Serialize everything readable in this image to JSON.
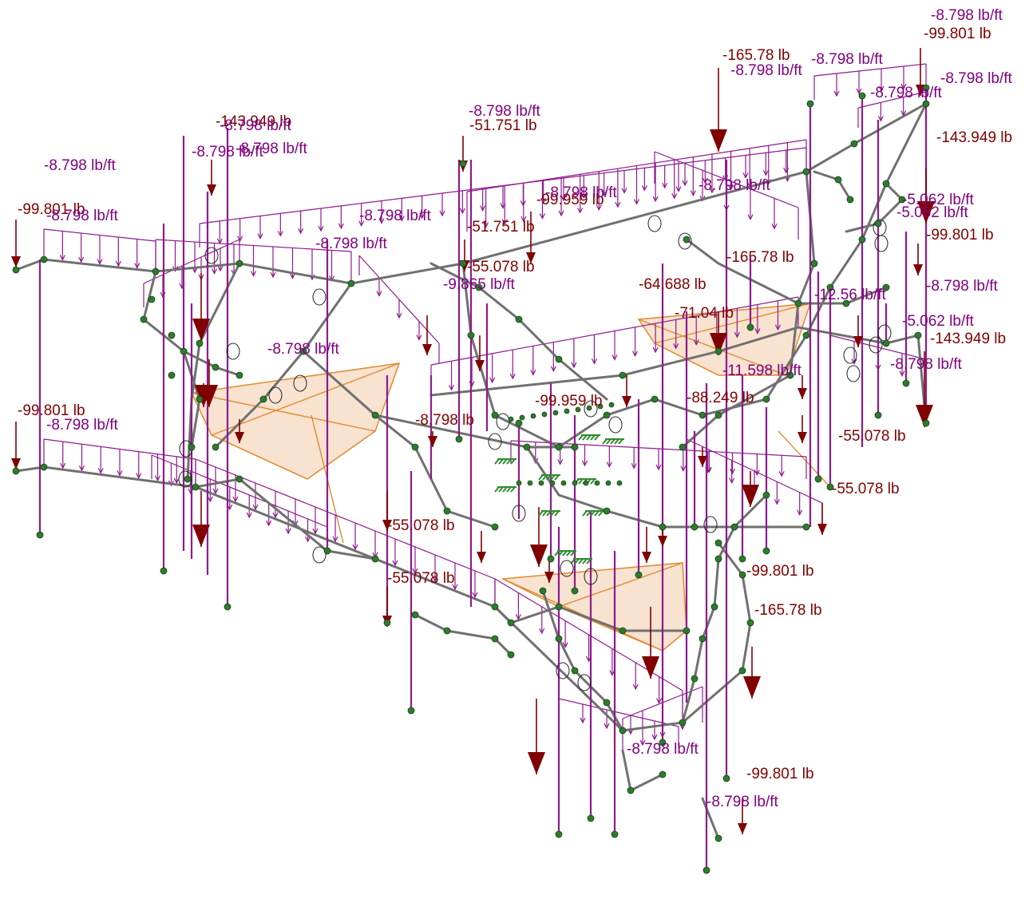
{
  "diagram": {
    "colors": {
      "distributed_load": "#800080",
      "point_load": "#800000",
      "member": "#707070",
      "plate": "#f0be96",
      "node": "#2f7a2f"
    },
    "labels": [
      {
        "id": "l1",
        "kind": "dist",
        "text": "-8.798 lb/ft"
      },
      {
        "id": "l2",
        "kind": "point",
        "text": "-99.801 lb"
      },
      {
        "id": "l3",
        "kind": "point",
        "text": "-165.78 lb"
      },
      {
        "id": "l4",
        "kind": "dist",
        "text": "-8.798 lb/ft"
      },
      {
        "id": "l5",
        "kind": "dist",
        "text": "-8.798 lb/ft"
      },
      {
        "id": "l6",
        "kind": "dist",
        "text": "-8.798 lb/ft"
      },
      {
        "id": "l7",
        "kind": "dist",
        "text": "-8.798 lb/ft"
      },
      {
        "id": "l8",
        "kind": "point",
        "text": "-143.949 lb"
      },
      {
        "id": "l9",
        "kind": "dist",
        "text": "-8.798 lb/ft"
      },
      {
        "id": "l10",
        "kind": "point",
        "text": "-143.949 lb"
      },
      {
        "id": "l11",
        "kind": "dist",
        "text": "-8.798 lb/ft"
      },
      {
        "id": "l12",
        "kind": "point",
        "text": "-51.751 lb"
      },
      {
        "id": "l13",
        "kind": "dist",
        "text": "-8.798 lb/ft"
      },
      {
        "id": "l14",
        "kind": "dist",
        "text": "-8.798 lb/ft"
      },
      {
        "id": "l15",
        "kind": "point",
        "text": "-99.801 lb"
      },
      {
        "id": "l16",
        "kind": "dist",
        "text": "-8.798 lb/ft"
      },
      {
        "id": "l17",
        "kind": "dist",
        "text": "-8.798 lb/ft"
      },
      {
        "id": "l18",
        "kind": "point",
        "text": "-99.959 lb"
      },
      {
        "id": "l19",
        "kind": "dist",
        "text": "-8.798 lb/ft"
      },
      {
        "id": "l20",
        "kind": "dist",
        "text": "-5.062 lb/ft"
      },
      {
        "id": "l21",
        "kind": "point",
        "text": "-99.801 lb"
      },
      {
        "id": "l22",
        "kind": "point",
        "text": "-51.751 lb"
      },
      {
        "id": "l23",
        "kind": "dist",
        "text": "-8.798 lb/ft"
      },
      {
        "id": "l24",
        "kind": "point",
        "text": "-165.78 lb"
      },
      {
        "id": "l25",
        "kind": "dist",
        "text": "-8.798 lb/ft"
      },
      {
        "id": "l26",
        "kind": "point",
        "text": "-55.078 lb"
      },
      {
        "id": "l27",
        "kind": "dist",
        "text": "-9.865 lb/ft"
      },
      {
        "id": "l28",
        "kind": "point",
        "text": "-64.688 lb"
      },
      {
        "id": "l29",
        "kind": "dist",
        "text": "-8.798 lb/ft"
      },
      {
        "id": "l30",
        "kind": "dist",
        "text": "-5.062 lb/ft"
      },
      {
        "id": "l31",
        "kind": "point",
        "text": "-143.949 lb"
      },
      {
        "id": "l32",
        "kind": "dist",
        "text": "-8.798 lb/ft"
      },
      {
        "id": "l33",
        "kind": "point",
        "text": "-99.801 lb"
      },
      {
        "id": "l34",
        "kind": "dist",
        "text": "-8.798 lb/ft"
      },
      {
        "id": "l35",
        "kind": "point",
        "text": "-55.078 lb"
      },
      {
        "id": "l36",
        "kind": "point",
        "text": "-99.959 lb"
      },
      {
        "id": "l37",
        "kind": "point",
        "text": "-55.078 lb"
      },
      {
        "id": "l38",
        "kind": "point",
        "text": "-55.078 lb"
      },
      {
        "id": "l39",
        "kind": "point",
        "text": "-55.078 lb"
      },
      {
        "id": "l40",
        "kind": "point",
        "text": "-165.78 lb"
      },
      {
        "id": "l41",
        "kind": "point",
        "text": "-99.801 lb"
      },
      {
        "id": "l42",
        "kind": "dist",
        "text": "-8.798 lb/ft"
      },
      {
        "id": "l43",
        "kind": "dist",
        "text": "-8.798 lb/ft"
      },
      {
        "id": "l44",
        "kind": "dist",
        "text": "-5.062 lb/ft"
      },
      {
        "id": "l45",
        "kind": "dist",
        "text": "-12.56 lb/ft"
      },
      {
        "id": "l46",
        "kind": "point",
        "text": "-99.801 lb"
      },
      {
        "id": "l47",
        "kind": "point",
        "text": "-88.249 lb"
      },
      {
        "id": "l48",
        "kind": "dist",
        "text": "-8.798 lb/ft"
      },
      {
        "id": "l49",
        "kind": "dist",
        "text": "-8.798 lb/ft"
      },
      {
        "id": "l50",
        "kind": "dist",
        "text": "-11.598 lb/ft"
      },
      {
        "id": "l51",
        "kind": "point",
        "text": "-71.04 lb"
      },
      {
        "id": "l52",
        "kind": "point",
        "text": "-8.798 lb"
      }
    ]
  }
}
